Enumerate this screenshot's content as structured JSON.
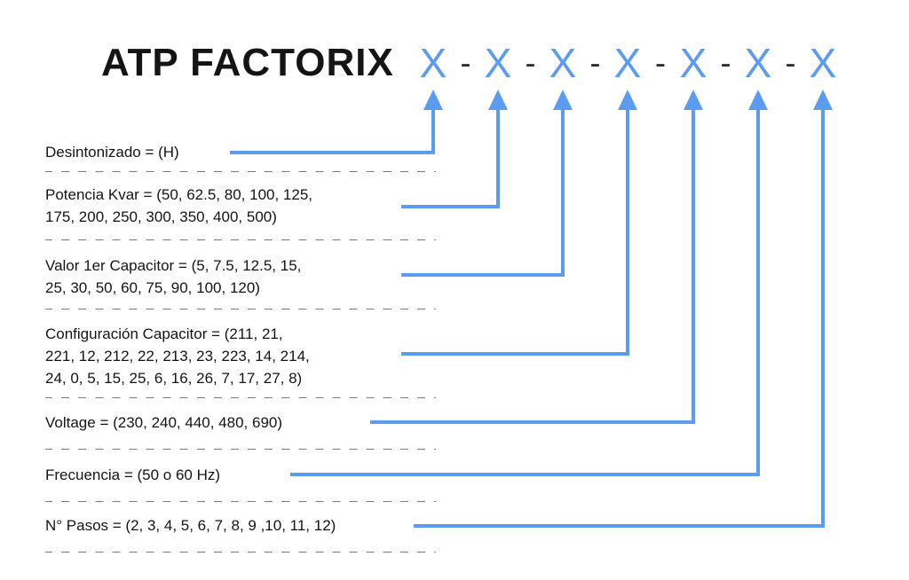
{
  "title": "ATP FACTORIX",
  "code": {
    "placeholder": "X",
    "separator": "-",
    "count": 7
  },
  "accent_color": "#5b9bf0",
  "items": [
    {
      "label": "Desintonizado = (H)"
    },
    {
      "label": "Potencia Kvar = (50, 62.5, 80, 100, 125,\n175, 200, 250, 300, 350, 400, 500)"
    },
    {
      "label": "Valor 1er Capacitor = (5, 7.5, 12.5, 15,\n25, 30, 50, 60, 75, 90, 100, 120)"
    },
    {
      "label": "Configuración Capacitor = (211, 21,\n221, 12, 212, 22, 213, 23, 223, 14, 214,\n24, 0, 5, 15, 25, 6, 16, 26, 7, 17, 27, 8)"
    },
    {
      "label": "Voltage = (230, 240, 440, 480, 690)"
    },
    {
      "label": "Frecuencia = (50 o 60 Hz)"
    },
    {
      "label": "N° Pasos = (2, 3, 4, 5, 6, 7, 8, 9 ,10, 11, 12)"
    }
  ]
}
